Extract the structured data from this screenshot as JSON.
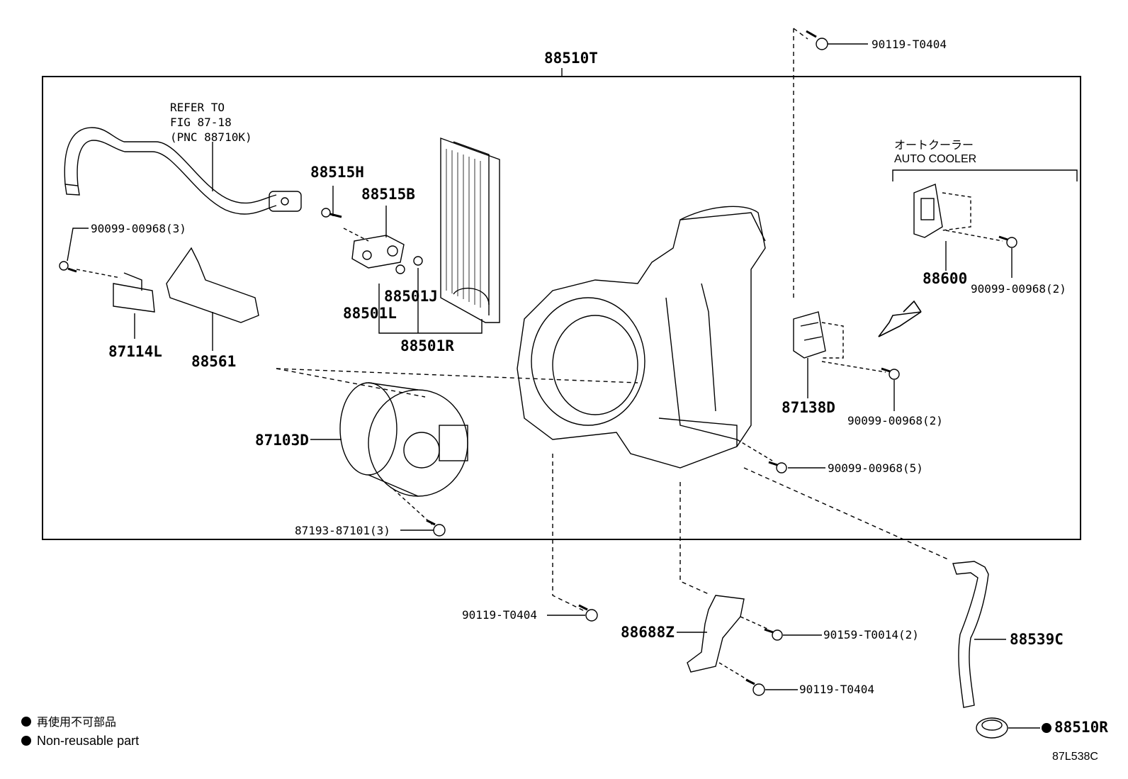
{
  "parts": {
    "p88510T": "88510T",
    "p90119_top": "90119-T0404",
    "refer_line1": "REFER TO",
    "refer_line2": "FIG 87-18",
    "refer_line3": "(PNC 88710K)",
    "p88515H": "88515H",
    "p88515B": "88515B",
    "p90099_3": "90099-00968(3)",
    "p88501J": "88501J",
    "p88501L": "88501L",
    "p88501R": "88501R",
    "p87114L": "87114L",
    "p88561": "88561",
    "auto_cooler_jp": "オートクーラー",
    "auto_cooler_en": "AUTO COOLER",
    "p88600": "88600",
    "p90099_2a": "90099-00968(2)",
    "p87138D": "87138D",
    "p90099_2b": "90099-00968(2)",
    "p87103D": "87103D",
    "p90099_5": "90099-00968(5)",
    "p87193": "87193-87101(3)",
    "p90119_mid": "90119-T0404",
    "p88688Z": "88688Z",
    "p90159": "90159-T0014(2)",
    "p88539C": "88539C",
    "p90119_bot": "90119-T0404",
    "p88510R": "88510R"
  },
  "legend": {
    "jp": "再使用不可部品",
    "en": "Non-reusable part"
  },
  "figure_code": "87L538C"
}
